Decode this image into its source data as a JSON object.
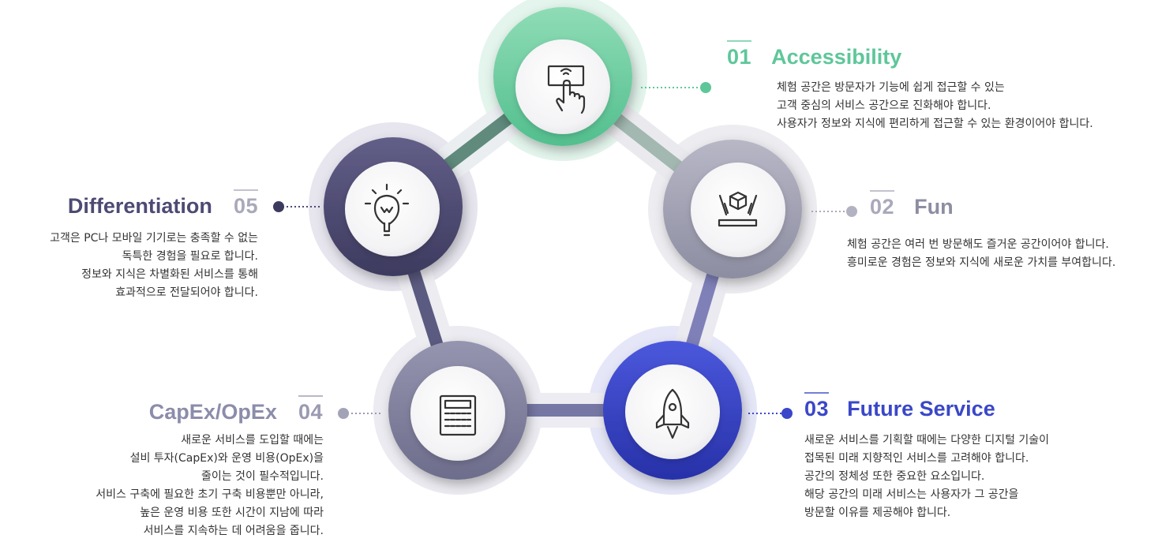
{
  "colors": {
    "accessibility": "#5ec79a",
    "fun": "#9a9aad",
    "future_service": "#3a47c8",
    "capex_opex": "#7a7a9a",
    "differentiation": "#4d4a73"
  },
  "items": [
    {
      "number": "01",
      "title": "Accessibility",
      "icon": "touch-screen-icon",
      "lines": [
        "체험 공간은 방문자가 기능에 쉽게 접근할 수 있는",
        "고객 중심의 서비스 공간으로 진화해야 합니다.",
        "사용자가 정보와 지식에 편리하게 접근할 수 있는 환경이어야 합니다."
      ]
    },
    {
      "number": "02",
      "title": "Fun",
      "icon": "hologram-cube-icon",
      "lines": [
        "체험 공간은 여러 번 방문해도 즐거운 공간이어야 합니다.",
        "흥미로운 경험은 정보와 지식에 새로운 가치를 부여합니다."
      ]
    },
    {
      "number": "03",
      "title": "Future Service",
      "icon": "rocket-icon",
      "lines": [
        "새로운 서비스를 기획할 때에는 다양한 디지털 기술이",
        "접목된 미래 지향적인 서비스를 고려해야 합니다.",
        "공간의 정체성 또한 중요한 요소입니다.",
        "해당 공간의 미래 서비스는 사용자가 그 공간을",
        "방문할 이유를 제공해야 합니다."
      ]
    },
    {
      "number": "04",
      "title": "CapEx/OpEx",
      "icon": "calculator-icon",
      "lines": [
        "새로운 서비스를 도입할 때에는",
        "설비 투자(CapEx)와 운영 비용(OpEx)을",
        "줄이는 것이 필수적입니다.",
        "서비스 구축에 필요한 초기 구축 비용뿐만 아니라,",
        "높은 운영 비용 또한 시간이 지남에 따라",
        "서비스를 지속하는 데 어려움을 줍니다."
      ]
    },
    {
      "number": "05",
      "title": "Differentiation",
      "icon": "light-bulb-icon",
      "lines": [
        "고객은 PC나 모바일 기기로는 충족할 수 없는",
        "독특한 경험을 필요로 합니다.",
        "정보와 지식은 차별화된 서비스를 통해",
        "효과적으로 전달되어야 합니다."
      ]
    }
  ]
}
